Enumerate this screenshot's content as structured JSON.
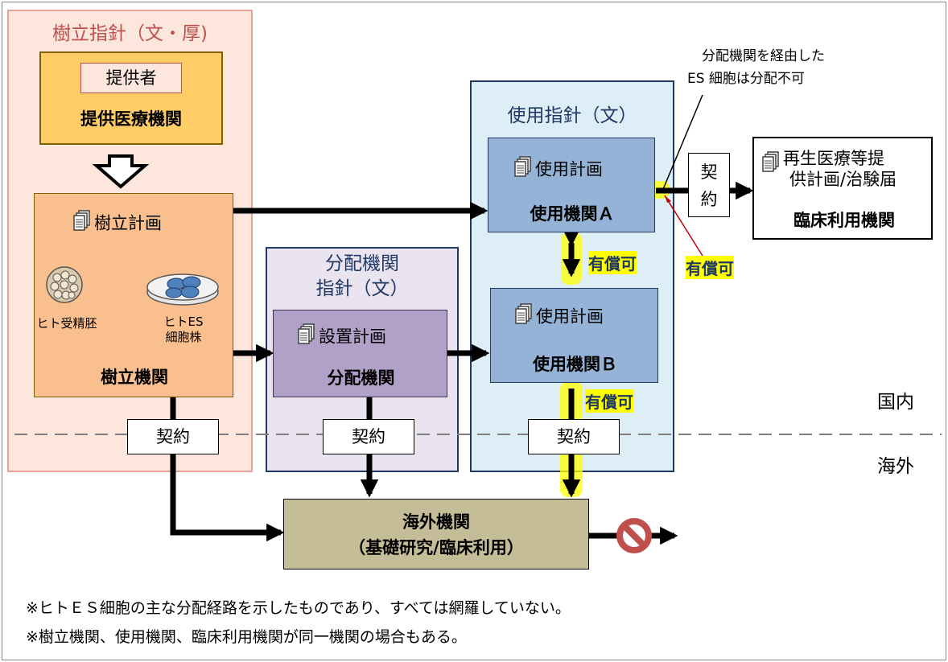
{
  "colors": {
    "pink_bg": "#fde6dc",
    "pink_border": "#e8a097",
    "pink_title": "#c0504d",
    "yellow_box": "#ffcc66",
    "orange_box": "#fabf8f",
    "lavender_bg": "#e9e4f0",
    "purple_box": "#b1a0c7",
    "light_blue_bg": "#ddeef6",
    "blue_box": "#95b3d7",
    "navy_border": "#1f3864",
    "khaki_box": "#c4bd97",
    "highlight": "#ffff00",
    "red_line": "#c00000",
    "no_sign": "#c0504d"
  },
  "groups": {
    "establishment": {
      "title": "樹立指針（文・厚)"
    },
    "distribution": {
      "title_line1": "分配機関",
      "title_line2": "指針（文）"
    },
    "usage": {
      "title": "使用指針（文）"
    }
  },
  "boxes": {
    "provider_inner": "提供者",
    "provider_org": "提供医療機関",
    "establishment_plan": "樹立計画",
    "embryo_label": "ヒト受精胚",
    "es_label_line1": "ヒトES",
    "es_label_line2": "細胞株",
    "establishment_org": "樹立機関",
    "distribution_plan": "設置計画",
    "distribution_org": "分配機関",
    "usage_plan_a": "使用計画",
    "usage_org_a": "使用機関Ａ",
    "usage_plan_b": "使用計画",
    "usage_org_b": "使用機関Ｂ",
    "overseas_line1": "海外機関",
    "overseas_line2": "（基礎研究/臨床利用）",
    "clinical_plan_line1": "再生医療等提",
    "clinical_plan_line2": "供計画/治験届",
    "clinical_org": "臨床利用機関"
  },
  "labels": {
    "contract": "契約",
    "contract_vertical_1": "契",
    "contract_vertical_2": "約",
    "paid_ok": "有償可",
    "note_line1": "分配機関を経由した",
    "note_line2": "ES 細胞は分配不可",
    "domestic": "国内",
    "overseas": "海外"
  },
  "footnotes": {
    "line1": "※ヒトＥＳ細胞の主な分配経路を示したものであり、すべては網羅していない。",
    "line2": "※樹立機関、使用機関、臨床利用機関が同一機関の場合もある。"
  },
  "icons": {
    "document": "document-stack-icon",
    "prohibited": "no-entry-icon",
    "embryo": "embryo-icon",
    "petri_dish": "petri-dish-icon"
  }
}
